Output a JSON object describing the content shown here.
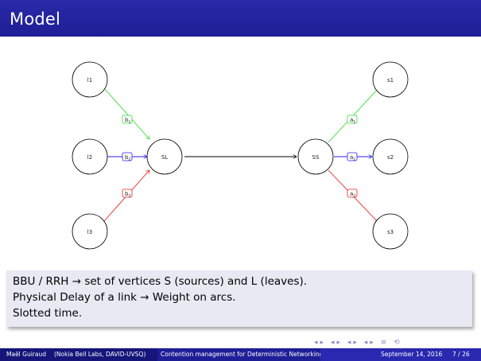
{
  "slide": {
    "title": "Model"
  },
  "diagram": {
    "nodes": {
      "l1": "l1",
      "l2": "l2",
      "l3": "l3",
      "sl": "SL",
      "ss": "SS",
      "s1": "s1",
      "s2": "s2",
      "s3": "s3"
    },
    "edge_labels": {
      "b1": "b",
      "b1_sub": "1",
      "b2": "b",
      "b2_sub": "2",
      "b3": "b",
      "b3_sub": "3",
      "a1": "a",
      "a1_sub": "1",
      "a2": "a",
      "a2_sub": "2",
      "a3": "a",
      "a3_sub": "3"
    },
    "colors": {
      "green": "#33dd33",
      "blue": "#2222ee",
      "red": "#ee2222",
      "black": "#000000"
    }
  },
  "block": {
    "line1": "BBU / RRH → set of vertices S (sources) and L (leaves).",
    "line2": "Physical Delay of a link → Weight on arcs.",
    "line3": "Slotted time."
  },
  "footer": {
    "author": "Maël Guiraud",
    "affiliation": "(Nokia Bell Labs, DAVID-UVSQ)",
    "talk_title": "Contention management for Deterministic Networking",
    "date": "September 14, 2016",
    "page": "7 / 26"
  },
  "nav_icons": [
    "frame-nav-icon",
    "section-nav-icon",
    "subsection-nav-icon",
    "slide-nav-icon",
    "align-icon",
    "search-icon"
  ]
}
